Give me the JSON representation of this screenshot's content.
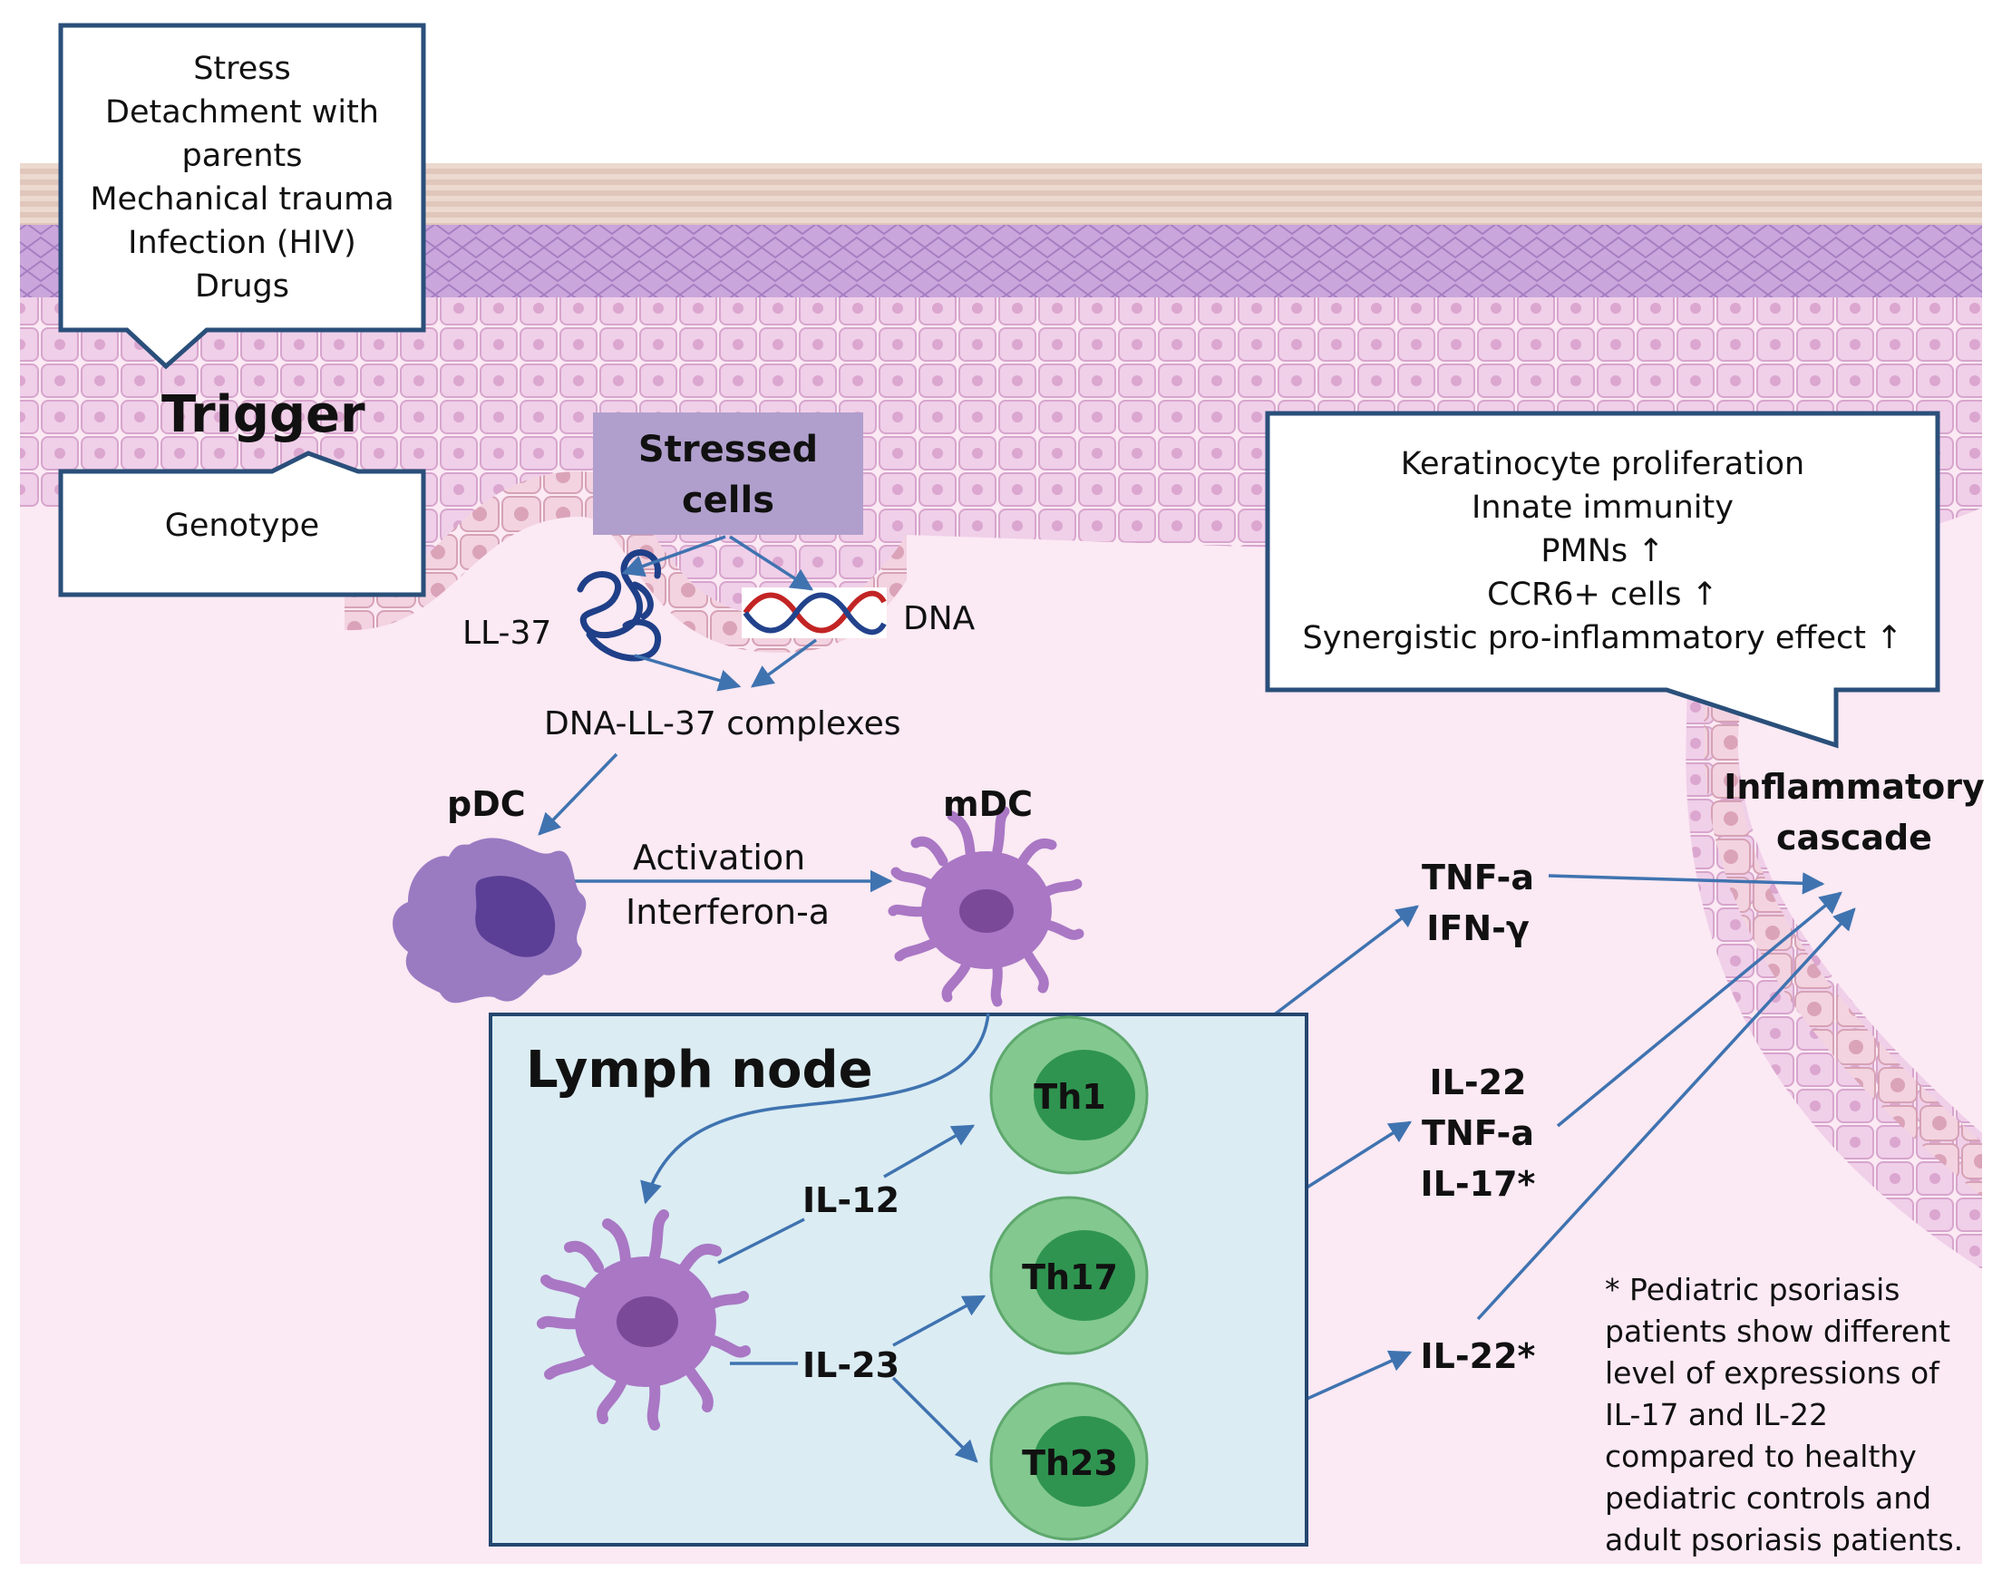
{
  "trigger_callout": {
    "items": [
      "Stress",
      "Detachment with",
      "parents",
      "Mechanical trauma",
      "Infection (HIV)",
      "Drugs"
    ]
  },
  "trigger_title": "Trigger",
  "genotype_label": "Genotype",
  "stressed_cells": {
    "line1": "Stressed",
    "line2": "cells"
  },
  "ll37_label": "LL-37",
  "dna_label": "DNA",
  "complexes_label": "DNA-LL-37 complexes",
  "pdc_label": "pDC",
  "mdc_label": "mDC",
  "activation_label": "Activation",
  "interferon_label": "Interferon-a",
  "lymph_node_title": "Lymph node",
  "il12_label": "IL-12",
  "il23_label": "IL-23",
  "th_cells": [
    "Th1",
    "Th17",
    "Th23"
  ],
  "th1_output": [
    "TNF-a",
    "IFN-γ"
  ],
  "th17_output": [
    "IL-22",
    "TNF-a",
    "IL-17*"
  ],
  "th23_output": [
    "IL-22*"
  ],
  "effects_callout": {
    "items": [
      "Keratinocyte proliferation",
      "Innate immunity",
      "PMNs ↑",
      "CCR6+ cells ↑",
      "Synergistic pro-inflammatory effect ↑"
    ]
  },
  "inflammatory": {
    "line1": "Inflammatory",
    "line2": "cascade"
  },
  "footnote": [
    "* Pediatric psoriasis",
    "patients show different",
    "level of expressions of",
    "IL-17 and IL-22",
    "compared to healthy",
    "pediatric controls and",
    "adult psoriasis patients."
  ],
  "colors": {
    "skin_background": "#f9e6f2",
    "cell_layer": "#e8c3e0",
    "stressed_box": "#b09fcc",
    "lymph_node_fill": "#dbecf3",
    "lymph_node_border": "#23466f",
    "arrow": "#3f73b0",
    "th_outer": "#83c88f",
    "th_inner": "#2f9450",
    "dendritic": "#a977c4"
  }
}
